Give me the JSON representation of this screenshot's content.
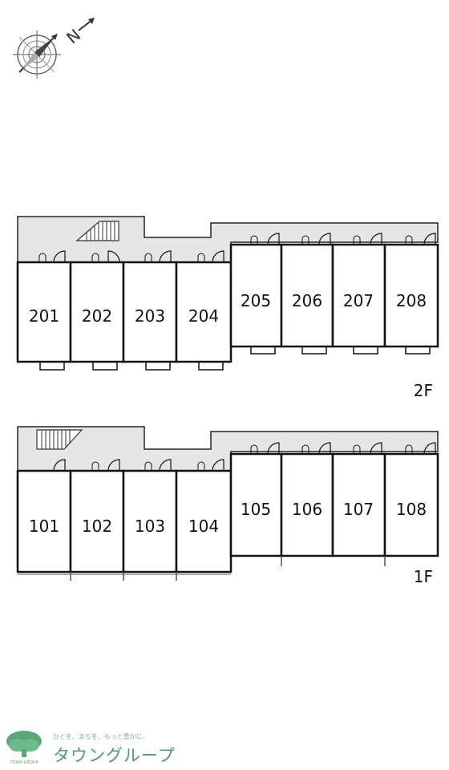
{
  "compass": {
    "label": "N",
    "icon": "north-arrow-compass-icon"
  },
  "floors": [
    {
      "label": "2F",
      "units": [
        "201",
        "202",
        "203",
        "204",
        "205",
        "206",
        "207",
        "208"
      ]
    },
    {
      "label": "1F",
      "units": [
        "101",
        "102",
        "103",
        "104",
        "105",
        "106",
        "107",
        "108"
      ]
    }
  ],
  "logo": {
    "tagline": "ひとを、まちを、もっと豊かに。",
    "name": "タウングループ",
    "mark_caption": "TOWN GROUP",
    "icon": "tree-logo-icon",
    "color": "#4e9a6c"
  },
  "colors": {
    "corridor": "#e6e6e6",
    "wall": "#111111",
    "room": "#ffffff"
  }
}
